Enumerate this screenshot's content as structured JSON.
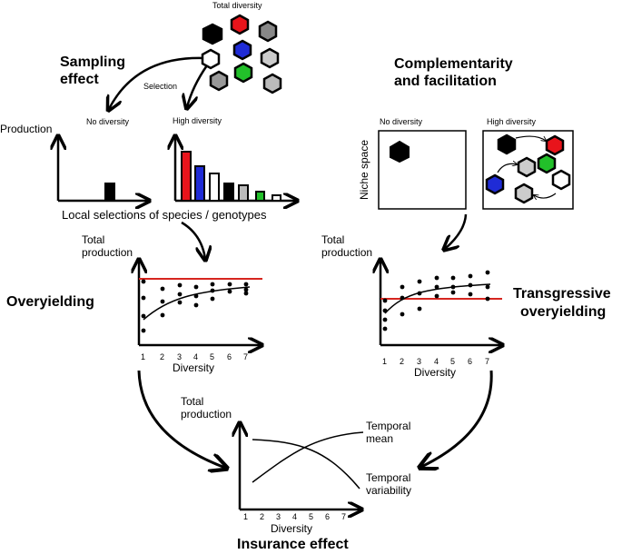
{
  "top": {
    "total_diversity": "Total diversity",
    "selection": "Selection"
  },
  "sampling": {
    "title_line1": "Sampling",
    "title_line2": "effect",
    "no_diversity": "No diversity",
    "high_diversity": "High diversity",
    "production": "Production",
    "x_caption": "Local selections of species / genotypes"
  },
  "complementarity": {
    "title_line1": "Complementarity",
    "title_line2": "and facilitation",
    "no_diversity": "No diversity",
    "high_diversity": "High diversity",
    "niche_space": "Niche space"
  },
  "left_plot": {
    "label": "Overyielding",
    "ylabel_line1": "Total",
    "ylabel_line2": "production",
    "xlabel": "Diversity",
    "ticks": [
      "1",
      "2",
      "3",
      "4",
      "5",
      "6",
      "7"
    ]
  },
  "right_plot": {
    "label_line1": "Transgressive",
    "label_line2": "overyielding",
    "ylabel_line1": "Total",
    "ylabel_line2": "production",
    "xlabel": "Diversity",
    "ticks": [
      "1",
      "2",
      "3",
      "4",
      "5",
      "6",
      "7"
    ]
  },
  "bottom_plot": {
    "ylabel_line1": "Total",
    "ylabel_line2": "production",
    "xlabel": "Diversity",
    "ticks": [
      "1",
      "2",
      "3",
      "4",
      "5",
      "6",
      "7"
    ],
    "curve1_line1": "Temporal",
    "curve1_line2": "mean",
    "curve2_line1": "Temporal",
    "curve2_line2": "variability"
  },
  "insurance": "Insurance effect",
  "colors": {
    "red": "#e8141b",
    "blue": "#1f2bd6",
    "green": "#22c02a",
    "gray": "#a9a9a9",
    "line_red": "#d6251f"
  }
}
